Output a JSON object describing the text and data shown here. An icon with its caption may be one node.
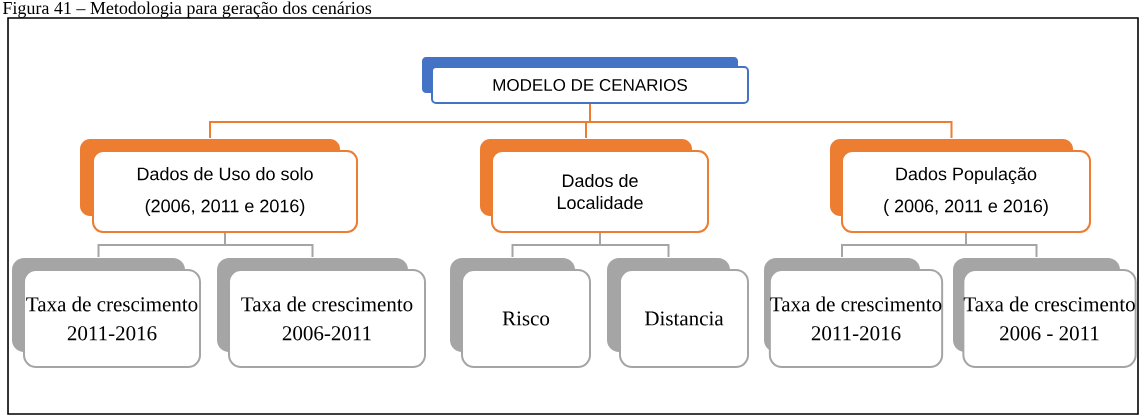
{
  "diagram": {
    "title": "Figura 41 – Metodologia para geração dos cenários",
    "nodes": [
      {
        "text": [
          "MODELO DE CENARIOS"
        ]
      },
      {
        "text": [
          "Dados de Uso do solo",
          "(2006, 2011 e 2016)"
        ]
      },
      {
        "text": [
          "Dados de Localidade"
        ]
      },
      {
        "text": [
          "Dados População",
          "( 2006, 2011 e 2016)"
        ]
      },
      {
        "text": [
          "Taxa de crescimento",
          "2011-2016"
        ]
      },
      {
        "text": [
          "Taxa de crescimento",
          "2006-2011"
        ]
      },
      {
        "text": [
          "Risco"
        ]
      },
      {
        "text": [
          "Distancia"
        ]
      },
      {
        "text": [
          "Taxa de crescimento",
          "2011-2016"
        ]
      },
      {
        "text": [
          "Taxa de crescimento",
          "2006 - 2011"
        ]
      }
    ],
    "edges": [
      {
        "from": 0,
        "to": 1,
        "arrow": "none",
        "color": "#ed7d31"
      },
      {
        "from": 0,
        "to": 2,
        "arrow": "none",
        "color": "#ed7d31"
      },
      {
        "from": 0,
        "to": 3,
        "arrow": "none",
        "color": "#ed7d31"
      },
      {
        "from": 1,
        "to": 4,
        "arrow": "none"
      },
      {
        "from": 1,
        "to": 5,
        "arrow": "none"
      },
      {
        "from": 2,
        "to": 6,
        "arrow": "none"
      },
      {
        "from": 2,
        "to": 7,
        "arrow": "none"
      },
      {
        "from": 3,
        "to": 8,
        "arrow": "none"
      },
      {
        "from": 3,
        "to": 9,
        "arrow": "none"
      }
    ]
  }
}
